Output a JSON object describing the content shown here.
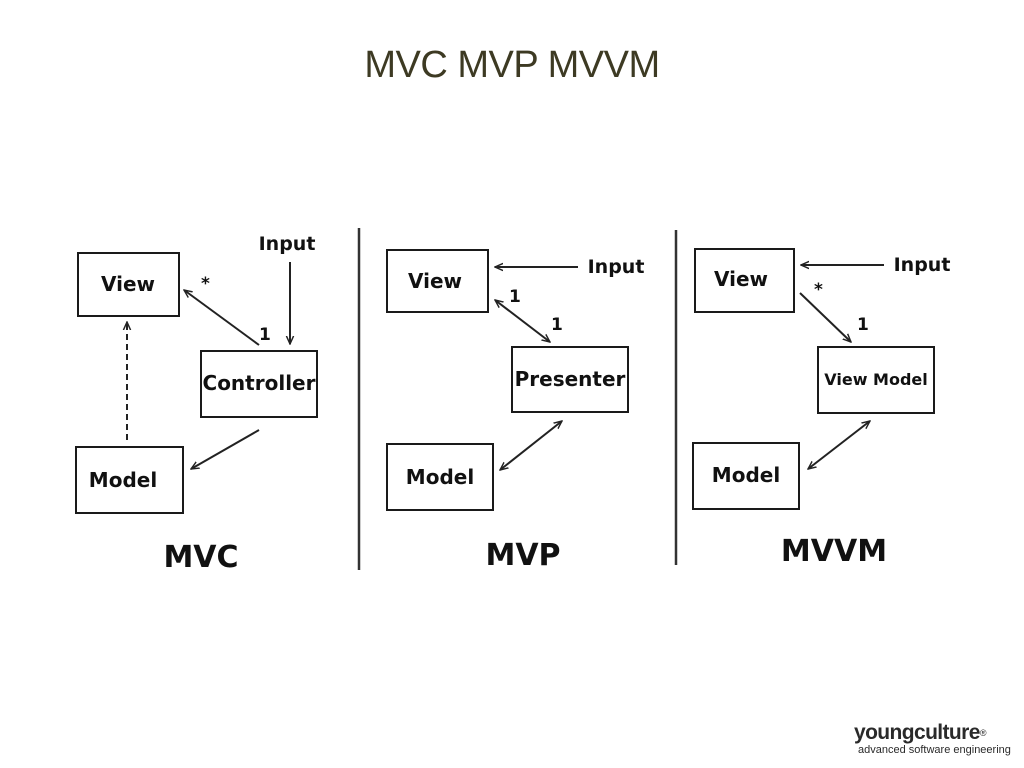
{
  "slide": {
    "title": "MVC MVP MVVM"
  },
  "mvc": {
    "view": "View",
    "controller": "Controller",
    "model": "Model",
    "input": "Input",
    "mult_star": "*",
    "mult_one": "1",
    "caption": "MVC"
  },
  "mvp": {
    "view": "View",
    "presenter": "Presenter",
    "model": "Model",
    "input": "Input",
    "mult_view": "1",
    "mult_presenter": "1",
    "caption": "MVP"
  },
  "mvvm": {
    "view": "View",
    "viewmodel": "View Model",
    "model": "Model",
    "input": "Input",
    "mult_star": "*",
    "mult_one": "1",
    "caption": "MVVM"
  },
  "logo": {
    "name": "youngculture",
    "reg": "®",
    "tagline": "advanced software engineering"
  },
  "colors": {
    "title": "#3d3a23",
    "ink": "#111111"
  }
}
